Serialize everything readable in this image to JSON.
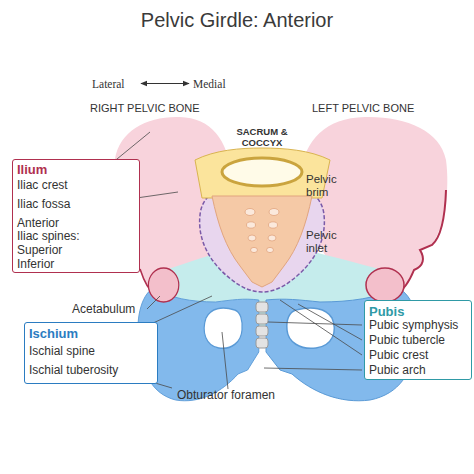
{
  "diagram": {
    "title": "Pelvic Girdle: Anterior",
    "nodes": [
      {
        "text": [
          "Ilium",
          "Iliac crest",
          "Iliac fossa",
          "Anterior Iliac spines:",
          "Superior",
          "Inferior"
        ]
      },
      {
        "text": [
          "Ischium",
          "Ischial spine",
          "Ischial tuberosity"
        ]
      },
      {
        "text": [
          "Pubis",
          "Pubic symphysis",
          "Pubic tubercle",
          "Pubic crest",
          "Pubic arch"
        ]
      }
    ],
    "labels": [
      "Lateral",
      "Medial",
      "RIGHT PELVIC BONE",
      "LEFT PELVIC BONE",
      "SACRUM & COCCYX",
      "Pelvic brim",
      "Pelvic inlet",
      "Acetabulum",
      "Obturator foramen"
    ]
  }
}
